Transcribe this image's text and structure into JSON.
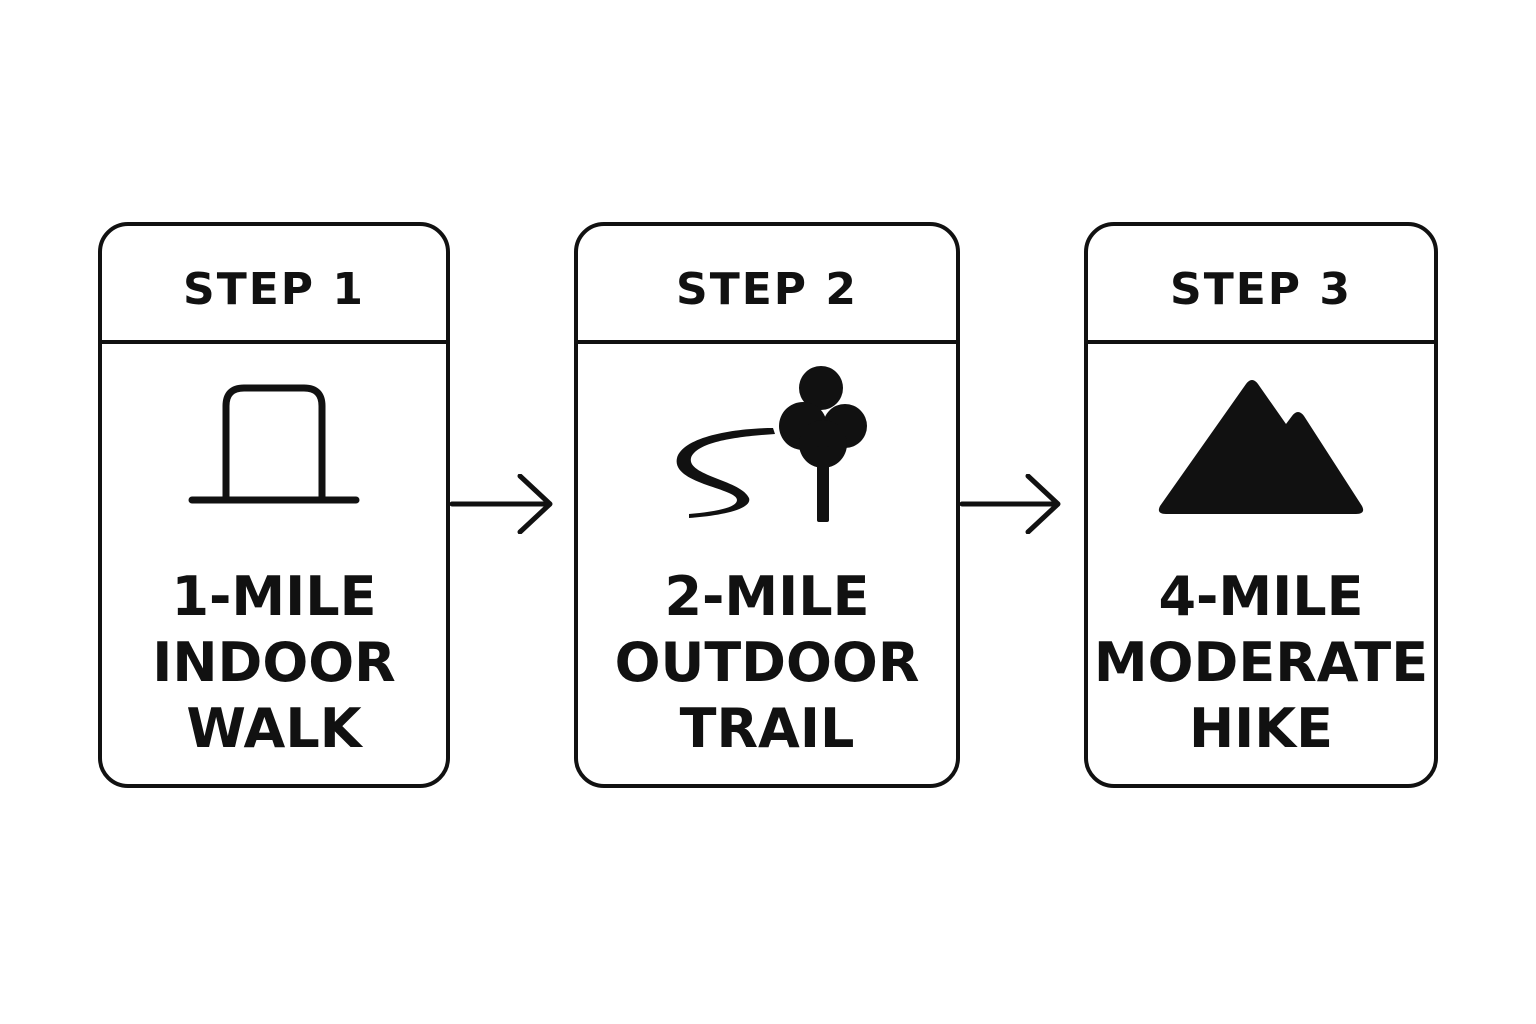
{
  "steps": [
    {
      "label": "STEP 1",
      "icon": "door-icon",
      "lines": [
        "1-MILE",
        "INDOOR",
        "WALK"
      ]
    },
    {
      "label": "STEP 2",
      "icon": "trail-tree-icon",
      "lines": [
        "2-MILE",
        "OUTDOOR",
        "TRAIL"
      ]
    },
    {
      "label": "STEP 3",
      "icon": "mountain-icon",
      "lines": [
        "4-MILE",
        "MODERATE",
        "HIKE"
      ]
    }
  ],
  "colors": {
    "stroke": "#111111",
    "background": "#ffffff"
  }
}
